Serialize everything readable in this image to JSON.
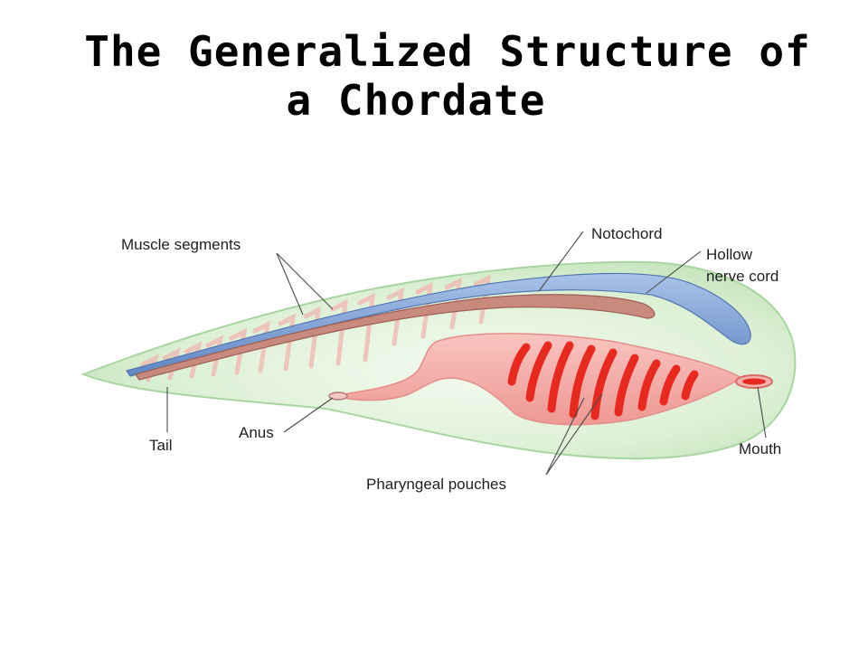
{
  "title": {
    "line1": "The Generalized Structure of",
    "line2": "a Chordate"
  },
  "labels": {
    "muscle_segments": "Muscle segments",
    "notochord": "Notochord",
    "nerve_cord_line1": "Hollow",
    "nerve_cord_line2": "nerve cord",
    "tail": "Tail",
    "anus": "Anus",
    "mouth": "Mouth",
    "pharyngeal_pouches": "Pharyngeal pouches"
  },
  "colors": {
    "body": "#cfe9c7",
    "nerve_cord": "#7da3d6",
    "notochord": "#c98a7e",
    "pharynx": "#f2a8a4",
    "pouches": "#e8291f"
  }
}
